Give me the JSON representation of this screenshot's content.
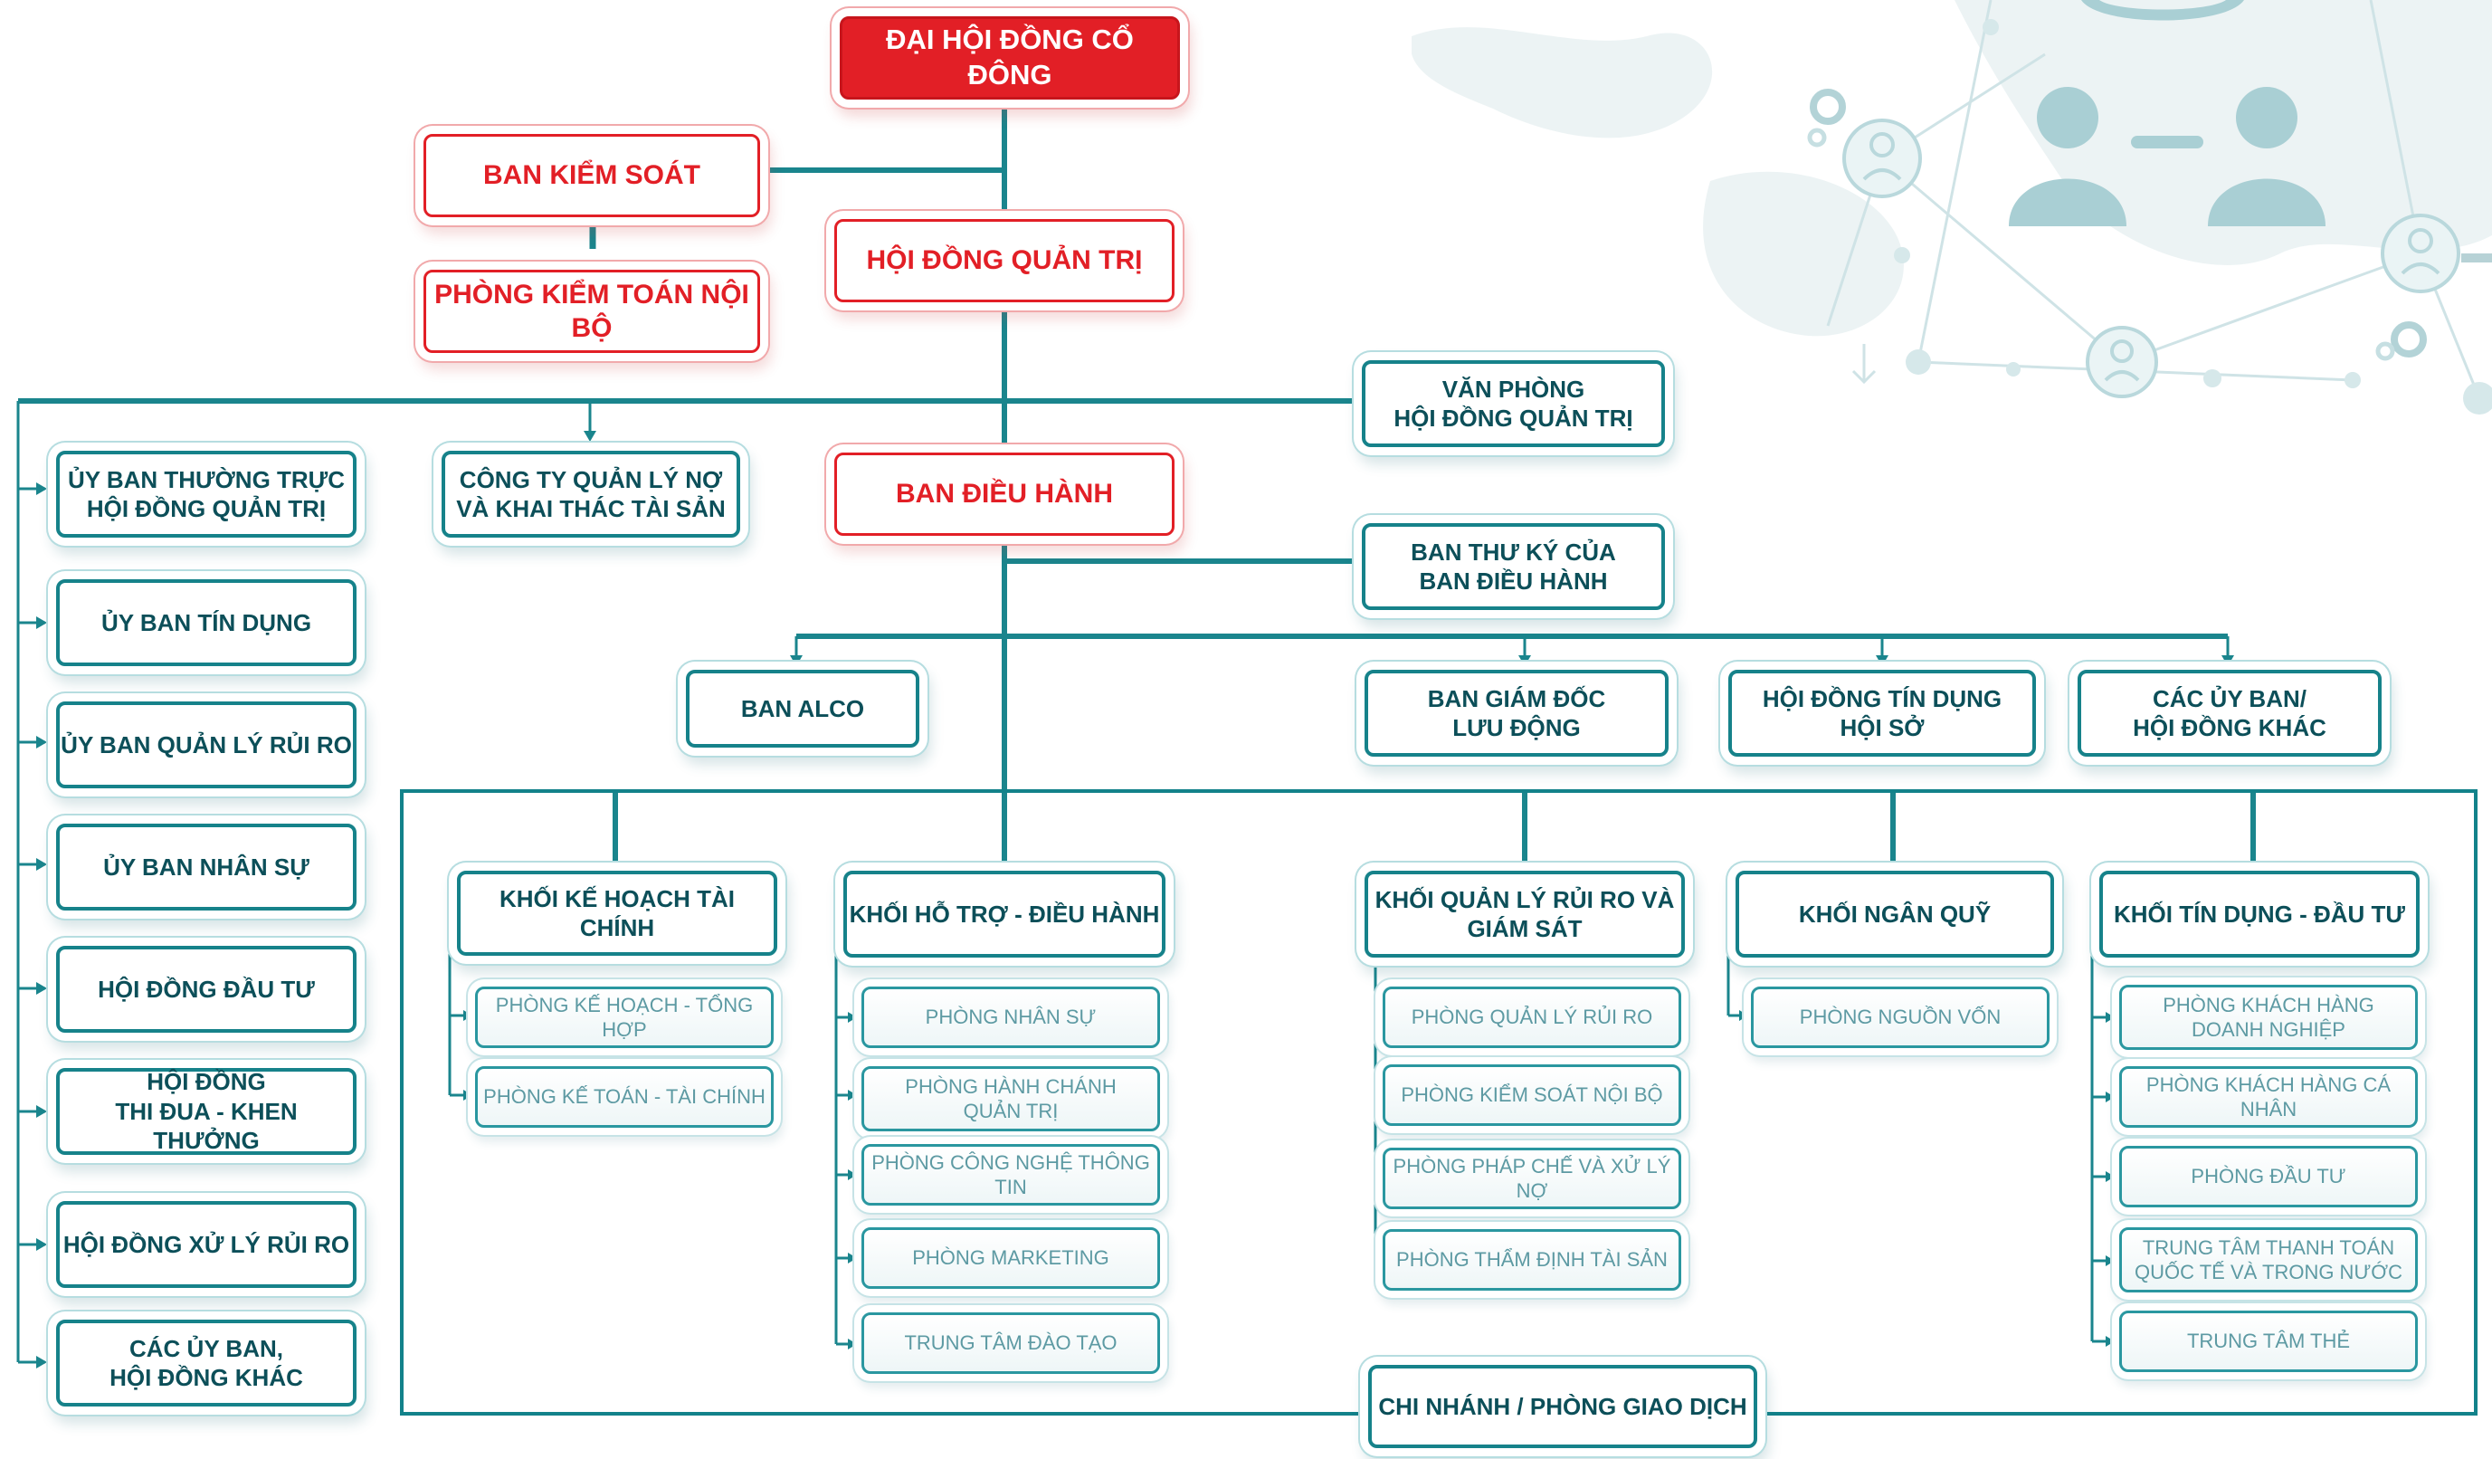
{
  "nodes": {
    "dhdcd": "ĐẠI HỘI ĐỒNG CỔ ĐÔNG",
    "ban_kiem_soat": "BAN KIỂM SOÁT",
    "hdqt": "HỘI ĐỒNG QUẢN TRỊ",
    "phong_kiem_toan": "PHÒNG KIỂM TOÁN NỘI BỘ",
    "van_phong": [
      "VĂN PHÒNG",
      "HỘI ĐỒNG QUẢN TRỊ"
    ],
    "cong_ty": [
      "CÔNG TY QUẢN LÝ NỢ",
      "VÀ KHAI THÁC TÀI SẢN"
    ],
    "ban_dieu_hanh": "BAN ĐIỀU HÀNH",
    "ban_thu_ky": [
      "BAN THƯ KÝ CỦA",
      "BAN ĐIỀU HÀNH"
    ],
    "ban_alco": "BAN ALCO",
    "ban_giam_doc": [
      "BAN GIÁM ĐỐC",
      "LƯU ĐỘNG"
    ],
    "hd_tin_dung": [
      "HỘI ĐỒNG TÍN DỤNG",
      "HỘI SỞ"
    ],
    "cac_uy_ban_hd": [
      "CÁC ỦY BAN/",
      "HỘI ĐỒNG KHÁC"
    ],
    "chi_nhanh": "CHI NHÁNH / PHÒNG GIAO DỊCH"
  },
  "committees": [
    [
      "ỦY BAN THƯỜNG TRỰC",
      "HỘI ĐỒNG QUẢN TRỊ"
    ],
    [
      "ỦY BAN TÍN DỤNG"
    ],
    [
      "ỦY BAN QUẢN LÝ RỦI RO"
    ],
    [
      "ỦY BAN NHÂN SỰ"
    ],
    [
      "HỘI ĐỒNG ĐẦU TƯ"
    ],
    [
      "HỘI ĐỒNG",
      "THI ĐUA - KHEN THƯỞNG"
    ],
    [
      "HỘI ĐỒNG XỬ LÝ RỦI RO"
    ],
    [
      "CÁC ỦY BAN,",
      "HỘI ĐỒNG KHÁC"
    ]
  ],
  "blocks": [
    {
      "title": [
        "KHỐI KẾ HOẠCH TÀI CHÍNH"
      ],
      "units": [
        [
          "PHÒNG KẾ HOẠCH - TỔNG HỢP"
        ],
        [
          "PHÒNG KẾ TOÁN - TÀI CHÍNH"
        ]
      ]
    },
    {
      "title": [
        "KHỐI HỖ TRỢ - ĐIỀU HÀNH"
      ],
      "units": [
        [
          "PHÒNG NHÂN SỰ"
        ],
        [
          "PHÒNG HÀNH CHÁNH",
          "QUẢN TRỊ"
        ],
        [
          "PHÒNG CÔNG NGHỆ THÔNG TIN"
        ],
        [
          "PHÒNG MARKETING"
        ],
        [
          "TRUNG TÂM ĐÀO TẠO"
        ]
      ]
    },
    {
      "title": [
        "KHỐI QUẢN LÝ RỦI RO VÀ",
        "GIÁM SÁT"
      ],
      "units": [
        [
          "PHÒNG QUẢN LÝ RỦI RO"
        ],
        [
          "PHÒNG KIỂM SOÁT NỘI BỘ"
        ],
        [
          "PHÒNG PHÁP CHẾ VÀ XỬ LÝ NỢ"
        ],
        [
          "PHÒNG THẨM ĐỊNH TÀI SẢN"
        ]
      ]
    },
    {
      "title": [
        "KHỐI NGÂN QUỸ"
      ],
      "units": [
        [
          "PHÒNG NGUỒN VỐN"
        ]
      ]
    },
    {
      "title": [
        "KHỐI TÍN DỤNG -  ĐẦU TƯ"
      ],
      "units": [
        [
          "PHÒNG KHÁCH HÀNG",
          "DOANH NGHIỆP"
        ],
        [
          "PHÒNG KHÁCH HÀNG CÁ NHÂN"
        ],
        [
          "PHÒNG ĐẦU TƯ"
        ],
        [
          "TRUNG TÂM THANH TOÁN",
          "QUỐC TẾ VÀ TRONG NƯỚC"
        ],
        [
          "TRUNG TÂM THẺ"
        ]
      ]
    }
  ],
  "colors": {
    "red": "#e21f26",
    "teal": "#16828a",
    "line": "#1a858d",
    "text_dark": "#0c4f59",
    "text_light": "#5d9aa3"
  },
  "icons": [
    "world-map-background",
    "person-icon",
    "gear-icon",
    "people-connection-icon"
  ]
}
